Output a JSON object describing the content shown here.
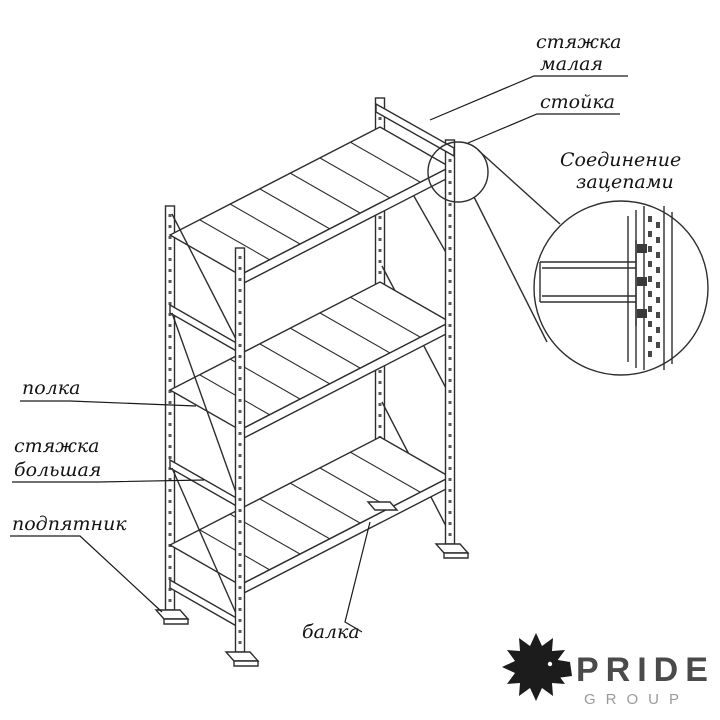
{
  "page": {
    "background": "#ffffff"
  },
  "diagram": {
    "line_color": "#2e2e2e",
    "labels": {
      "tie_small": {
        "line1": "стяжка",
        "line2": "малая"
      },
      "post": "стойка",
      "hook_joint": {
        "line1": "Соединение",
        "line2": "зацепами"
      },
      "shelf": "полка",
      "tie_big": {
        "line1": "стяжка",
        "line2": "большая"
      },
      "foot_plate": "подпятник",
      "beam": "балка"
    }
  },
  "logo": {
    "brand": "PRIDE",
    "subtitle": "GROUP"
  }
}
